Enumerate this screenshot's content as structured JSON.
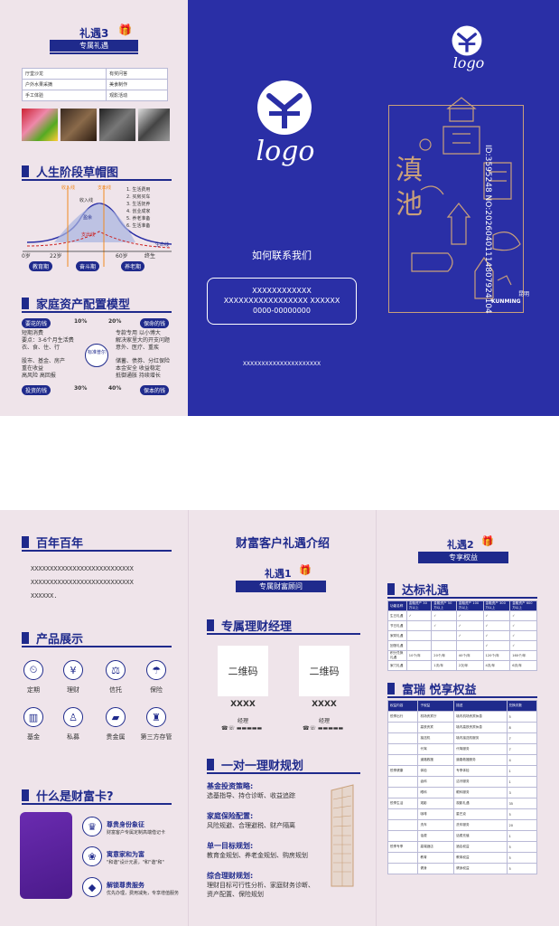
{
  "brand": {
    "logo_text": "logo",
    "blue": "#2a2fa6",
    "navy": "#1f2a8c",
    "pink": "#efe4ea",
    "gold": "#c9a07a"
  },
  "gift3": {
    "title": "礼遇3",
    "subtitle": "专属礼遇",
    "grid": [
      [
        "厅堂沙龙",
        "有奖问答"
      ],
      [
        "户外水果采摘",
        "美食制作"
      ],
      [
        "手工体验",
        "观影活动"
      ]
    ]
  },
  "life_stage": {
    "title": "人生阶段草帽图",
    "top_labels": [
      "收入线",
      "支出线"
    ],
    "inner_labels": [
      "收入线",
      "盈余",
      "支出线"
    ],
    "list": [
      "1. 生活费用",
      "2. 买房买车",
      "3. 生活抚养",
      "4. 创业成家",
      "5. 养老准备",
      "6. 生活准备"
    ],
    "right_label": "生命线",
    "axis": [
      "0岁",
      "22岁",
      "60岁",
      "终生"
    ],
    "stages": [
      "教育期",
      "奋斗期",
      "养老期"
    ]
  },
  "assets": {
    "title": "家庭资产配置模型",
    "tags": [
      "要花的钱",
      "保命的钱",
      "投资的钱",
      "保本的钱"
    ],
    "pcts": [
      "10%",
      "20%",
      "30%",
      "40%"
    ],
    "center": "标准普尔",
    "q1": [
      "短期消费",
      "要点：3-6个月生活费",
      "衣、食、住、行"
    ],
    "q2": [
      "专款专用 以小博大",
      "解决家里大的开支问题",
      "意外、医疗、重疾"
    ],
    "q3": [
      "股市、基金、房产",
      "重在收益",
      "高风险 高回报"
    ],
    "q4": [
      "储蓄、债券、分红保险",
      "本金安全 收益稳定",
      "抵御通胀 持续增长"
    ]
  },
  "cover": {
    "contact_title": "如何联系我们",
    "contact_lines": [
      "XXXXXXXXXXXX",
      "XXXXXXXXXXXXXXXXX XXXXXX",
      "0000-00000000"
    ],
    "address": "XXXXXXXXXXXXXXXXXXXXX",
    "city_cn": "滇池",
    "city_small": "昆明",
    "city_en": "KUNMING",
    "watermark_id": "ID:3595248 NO:20260401114807924104"
  },
  "century": {
    "title": "百年百年",
    "lines": [
      "XXXXXXXXXXXXXXXXXXXXXXXXXXX",
      "XXXXXXXXXXXXXXXXXXXXXXXXXXX",
      "XXXXXX."
    ]
  },
  "products": {
    "title": "产品展示",
    "items": [
      "定期",
      "理财",
      "信托",
      "保险",
      "基金",
      "私募",
      "贵金属",
      "第三方存管"
    ]
  },
  "wealth_card": {
    "title": "什么是财富卡?",
    "items": [
      {
        "h": "尊贵身份象征",
        "t": "财富客户专属定制高端借记卡"
      },
      {
        "h": "寓意家和为富",
        "t": "\"和谐\"设计元素，\"和\"谐\"和\""
      },
      {
        "h": "解锁尊贵服务",
        "t": "优先办理，费用减免，专享增值服务"
      }
    ]
  },
  "intro": {
    "title": "财富客户礼遇介绍",
    "gift1_title": "礼遇1",
    "gift1_sub": "专属财富顾问",
    "manager_title": "专属理财经理",
    "qr": [
      {
        "qr_label": "二维码",
        "name": "XXXX",
        "role": "经理"
      },
      {
        "qr_label": "二维码",
        "name": "XXXX",
        "role": "经理"
      }
    ],
    "plan_title": "一对一理财规划",
    "plans": [
      {
        "h": "基金投资策略:",
        "t": "选基指导、持仓诊断、收益追踪"
      },
      {
        "h": "家庭保险配置:",
        "t": "风险规避、合理避税、财产隔离"
      },
      {
        "h": "单一目标规划:",
        "t": "教育金规划、养老金规划、购房规划"
      },
      {
        "h": "综合理财规划:",
        "t": "理财目标可行性分析、家庭财务诊断、资产配置、保险规划"
      }
    ]
  },
  "gift2": {
    "title": "礼遇2",
    "subtitle": "专享权益",
    "target_title": "达标礼遇",
    "target_header": [
      "功能名称",
      "金融资产 30万以上",
      "金融资产 50万以上",
      "金融资产 100万以上",
      "金融资产 300万以上",
      "金融资产 600万以上"
    ],
    "target_rows": [
      [
        "生日礼遇",
        "✓",
        "✓",
        "✓",
        "✓",
        "✓"
      ],
      [
        "节日礼遇",
        "",
        "✓",
        "✓",
        "✓",
        "✓"
      ],
      [
        "家财礼遇",
        "",
        "",
        "✓",
        "✓",
        "✓"
      ],
      [
        "回馈礼遇",
        "",
        "",
        "",
        "✓",
        "✓"
      ],
      [
        "积分兑换礼遇",
        "10个/年",
        "20个/年",
        "40个/年",
        "120个/年",
        "160个/年"
      ],
      [
        "家门礼遇",
        "",
        "1次/年",
        "2次/年",
        "4次/年",
        "6次/年"
      ]
    ],
    "rights_title": "富瑞 悦享权益",
    "rights_header": [
      "权益内容",
      "子权益",
      "描述",
      "兑换次数"
    ],
    "rights_rows": [
      [
        "悦享出行",
        "机场贵宾厅",
        "境内机场贵宾休息",
        "5"
      ],
      [
        "",
        "高铁贵宾",
        "境内高铁贵宾休息",
        "8"
      ],
      [
        "",
        "接送机",
        "境内接送机服务",
        "7"
      ],
      [
        "",
        "代驾",
        "代驾服务",
        "7"
      ],
      [
        "",
        "道路救援",
        "道路救援服务",
        "4"
      ],
      [
        "悦享健康",
        "体检",
        "专享体检",
        "1"
      ],
      [
        "",
        "齿科",
        "洁牙服务",
        "1"
      ],
      [
        "",
        "眼科",
        "眼科服务",
        "3"
      ],
      [
        "悦享生活",
        "观影",
        "观影礼遇",
        "35"
      ],
      [
        "",
        "咖啡",
        "星巴克",
        "5"
      ],
      [
        "",
        "洗车",
        "洗车服务",
        "20"
      ],
      [
        "",
        "话费",
        "话费充值",
        "1"
      ],
      [
        "悦享专享",
        "高端酒店",
        "酒店权益",
        "5"
      ],
      [
        "",
        "教育",
        "教育权益",
        "5"
      ],
      [
        "",
        "健身",
        "健身权益",
        "5"
      ]
    ]
  }
}
